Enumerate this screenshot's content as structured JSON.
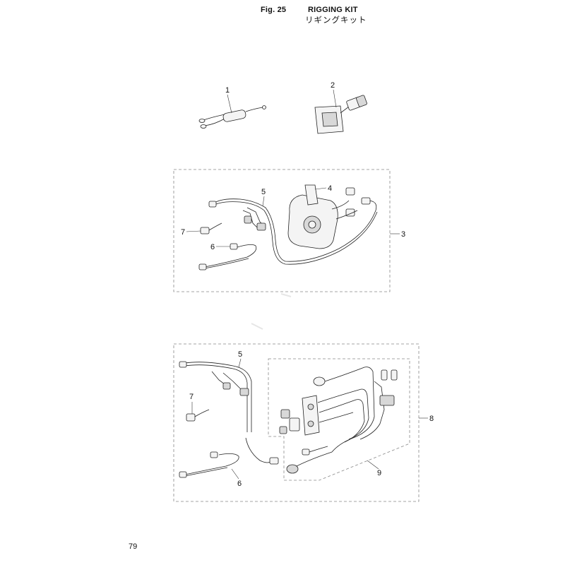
{
  "header": {
    "figure": "Fig. 25",
    "title_en": "RIGGING KIT",
    "title_jp": "リギングキット"
  },
  "callouts": {
    "c1": "1",
    "c2": "2",
    "c3": "3",
    "c4": "4",
    "c5a": "5",
    "c6a": "6",
    "c7a": "7",
    "c5b": "5",
    "c6b": "6",
    "c7b": "7",
    "c8": "8",
    "c9": "9"
  },
  "footer": {
    "page_number": "79"
  }
}
